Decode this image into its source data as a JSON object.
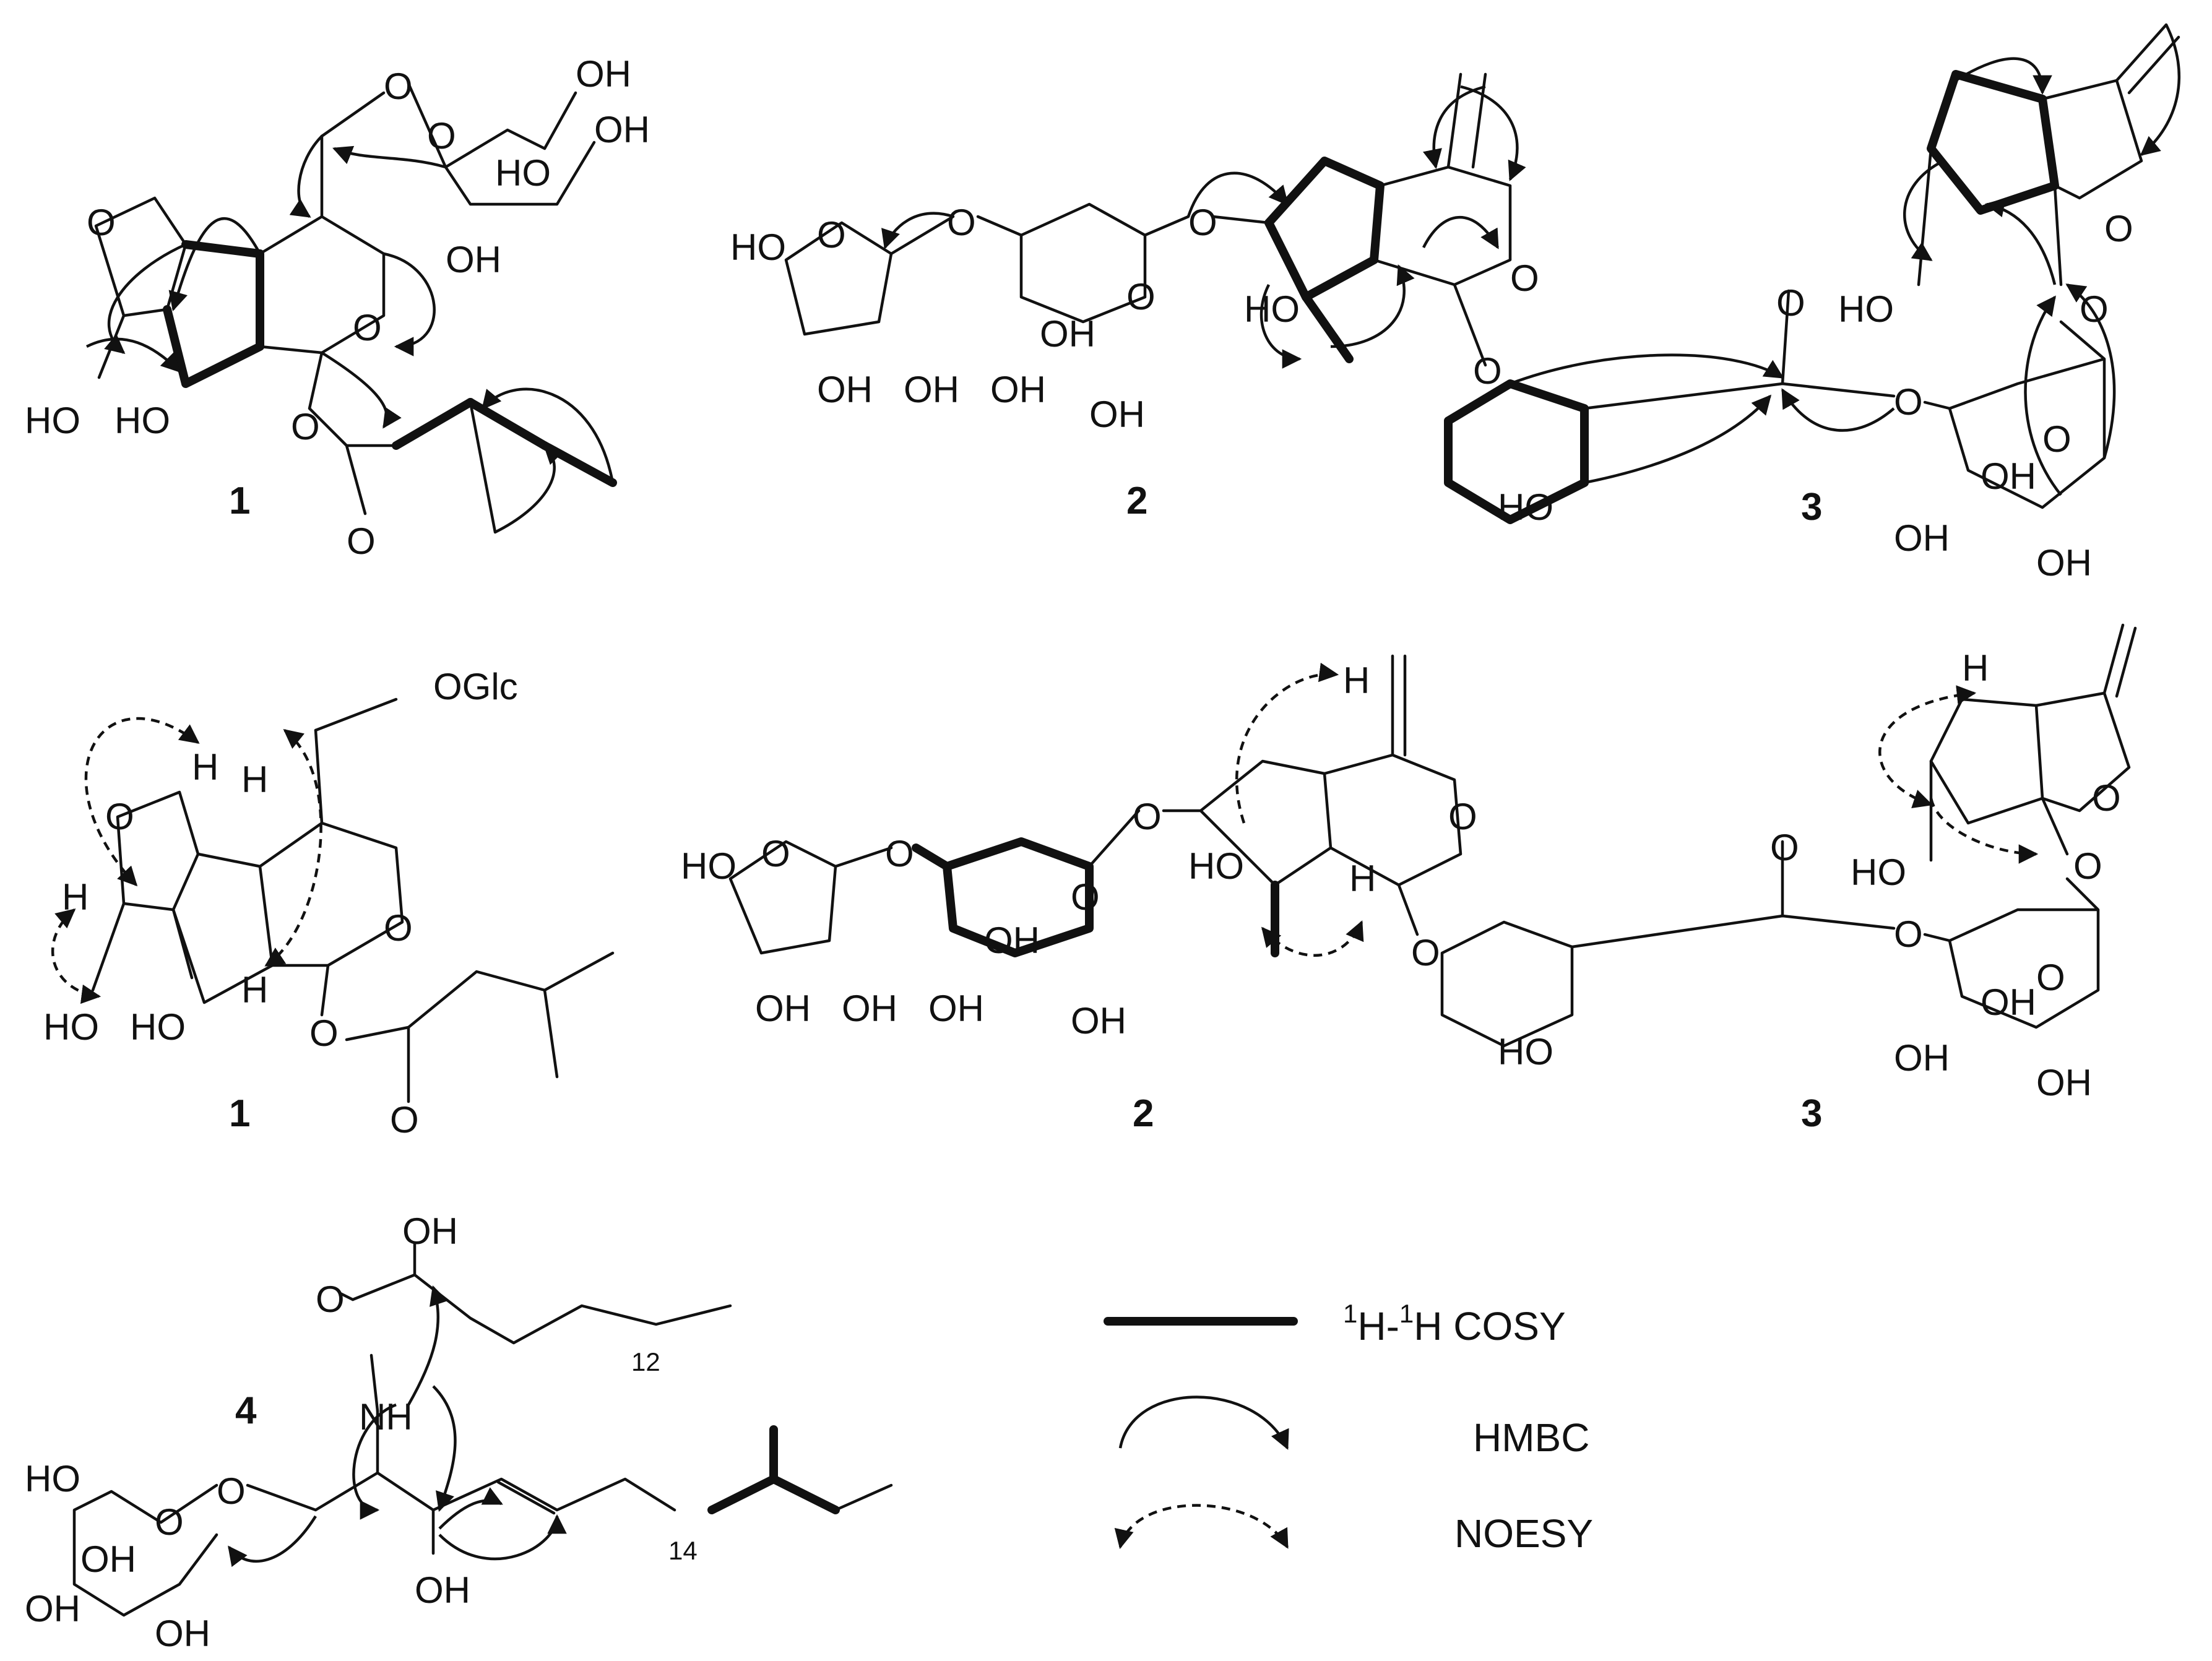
{
  "figure": {
    "compounds": [
      {
        "id": "1",
        "label": "1"
      },
      {
        "id": "2",
        "label": "2"
      },
      {
        "id": "3",
        "label": "3"
      },
      {
        "id": "4",
        "label": "4"
      }
    ],
    "atom_labels": {
      "OH": "OH",
      "HO": "HO",
      "O": "O",
      "H": "H",
      "NH": "NH",
      "OGlc": "OGlc"
    },
    "chain_repeats": {
      "c12": "12",
      "c14": "14"
    },
    "legend": {
      "cosy_sup1": "1",
      "cosy_h1": "H-",
      "cosy_sup2": "1",
      "cosy_rest": "H COSY",
      "hmbc": "HMBC",
      "noesy": "NOESY"
    }
  }
}
